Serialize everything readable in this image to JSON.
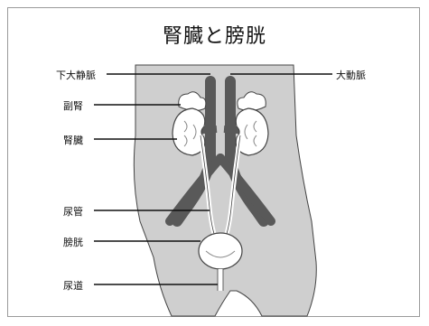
{
  "title": "腎臓と膀胱",
  "labels": {
    "ivc": "下大静脈",
    "aorta": "大動脈",
    "adrenal": "副腎",
    "kidney": "腎臓",
    "ureter": "尿管",
    "bladder": "膀胱",
    "urethra": "尿道"
  },
  "colors": {
    "body": "#cfcfcf",
    "vessel": "#595959",
    "organ": "#ffffff",
    "line": "#111111"
  }
}
